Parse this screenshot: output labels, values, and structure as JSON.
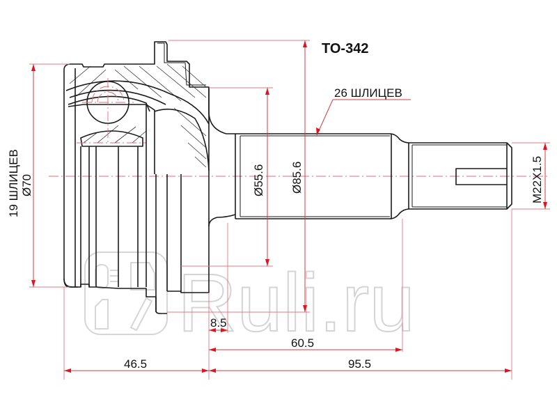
{
  "part": {
    "code": "TO-342"
  },
  "labels": {
    "outer_splines": "26 ШЛИЦЕВ",
    "inner_splines": "19 ШЛИЦЕВ",
    "inner_diameter": "Ø70",
    "abs_diameter": "Ø55.6",
    "flange_diameter": "Ø85.6",
    "thread": "M22X1.5"
  },
  "dimensions": {
    "stub_offset": "8.5",
    "shaft_length": "60.5",
    "housing_length": "46.5",
    "total_shaft_length": "95.5"
  },
  "watermark": {
    "text": "Ruli.ru"
  },
  "colors": {
    "dimension_line": "#d9383f",
    "arrow": "#e0141e",
    "outline": "#1a1a1a",
    "watermark": "#d4d4d4"
  }
}
